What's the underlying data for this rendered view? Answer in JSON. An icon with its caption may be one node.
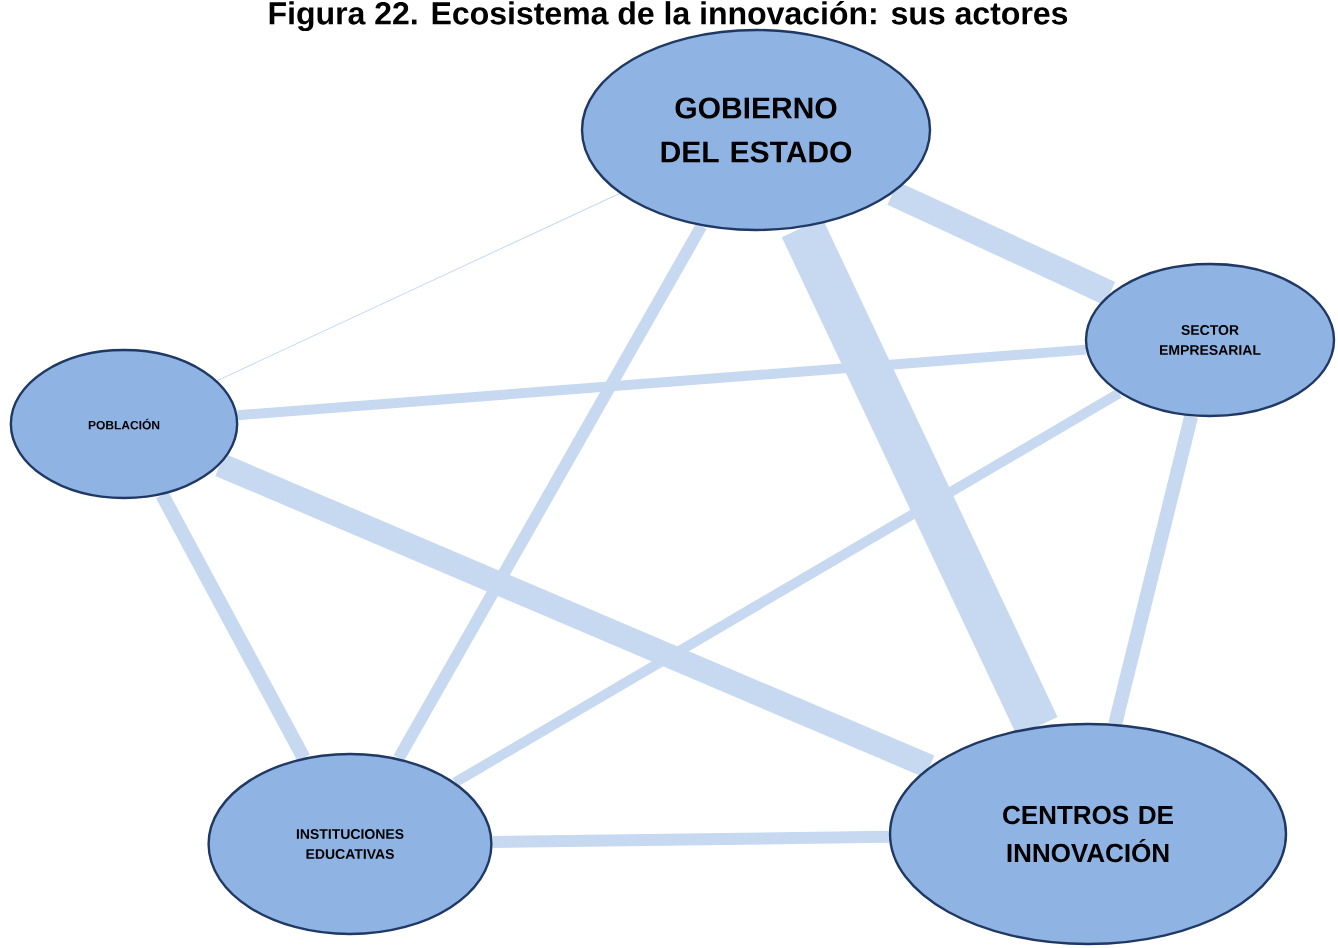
{
  "diagram": {
    "title": "Figura 22. Ecosistema de la innovación: sus actores",
    "nodes": [
      {
        "text": [
          "GOBIERNO DEL ESTADO"
        ]
      },
      {
        "text": [
          "SECTOR EMPRESARIAL"
        ]
      },
      {
        "text": [
          "POBLACIÓN"
        ]
      },
      {
        "text": [
          "INSTITUCIONES EDUCATIVAS"
        ]
      },
      {
        "text": [
          "CENTROS DE INNOVACIÓN"
        ]
      }
    ],
    "edges": [
      {
        "from": 0,
        "to": 1,
        "arrow": "none",
        "style": "thick"
      },
      {
        "from": 0,
        "to": 4,
        "arrow": "none",
        "style": "thick"
      },
      {
        "from": 0,
        "to": 2,
        "arrow": "none"
      },
      {
        "from": 0,
        "to": 3,
        "arrow": "none"
      },
      {
        "from": 2,
        "to": 1,
        "arrow": "none"
      },
      {
        "from": 2,
        "to": 4,
        "arrow": "none",
        "style": "thick"
      },
      {
        "from": 2,
        "to": 3,
        "arrow": "none"
      },
      {
        "from": 3,
        "to": 1,
        "arrow": "none"
      },
      {
        "from": 3,
        "to": 4,
        "arrow": "none"
      },
      {
        "from": 1,
        "to": 4,
        "arrow": "none"
      }
    ]
  }
}
